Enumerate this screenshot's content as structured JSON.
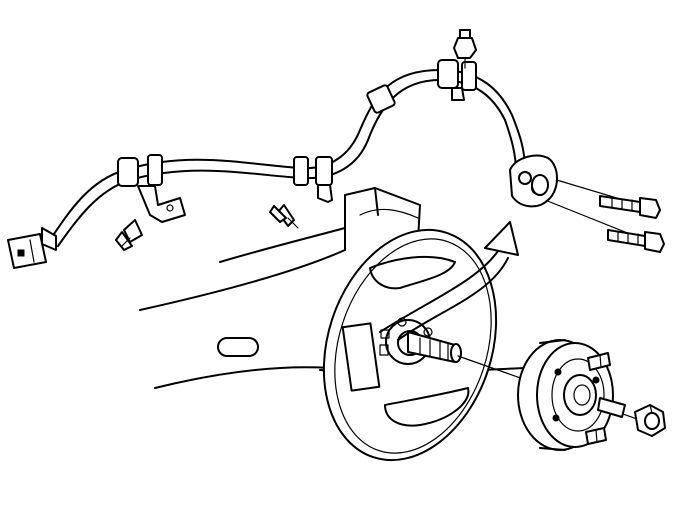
{
  "diagram": {
    "parts": [
      "wheel-speed-sensor-harness",
      "harness-connector",
      "harness-mounting-bracket",
      "bracket-bolt",
      "wheel-speed-sensor",
      "sensor-mounting-bolt",
      "brake-backing-plate",
      "rear-axle-beam",
      "wheel-hub-bearing-assembly",
      "wheel-stud",
      "spindle-nut"
    ],
    "colors": {
      "line": "#000000",
      "background": "#ffffff"
    }
  }
}
